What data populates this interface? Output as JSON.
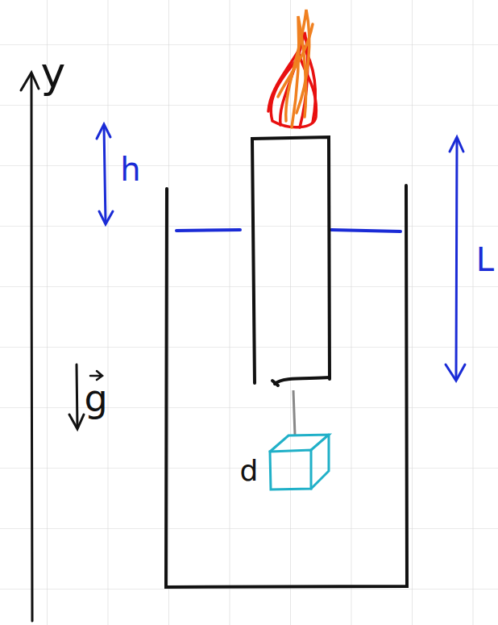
{
  "diagram": {
    "labels": [
      "y",
      "h",
      "L",
      "g",
      "d"
    ]
  }
}
